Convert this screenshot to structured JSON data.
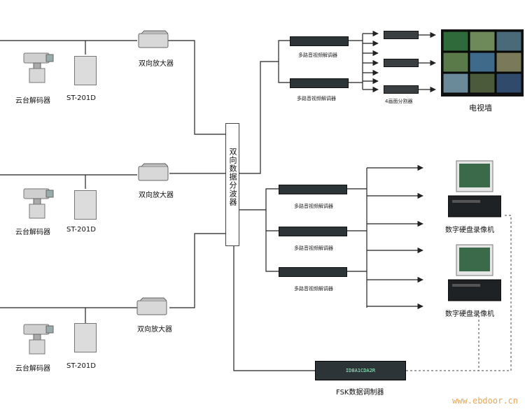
{
  "title": "",
  "colors": {
    "line": "#222222",
    "device_dark": "#2d3438",
    "screen_green": "#2f6b3a",
    "watermark": "#e3a85b"
  },
  "labels": {
    "ptz_decoder": "云台解码器",
    "st201d": "ST-201D",
    "bidirectional_amplifier": "双向放大器",
    "bidirectional_splitter": "双向数据分波器",
    "multi_av_demodulator": "多路音视频解调器",
    "quad_splitter": "4画面分割器",
    "tv_wall": "电视墙",
    "dvr": "数字硬盘录像机",
    "fsk_modem": "FSK数据调制器",
    "fsk_panel_text": "ID8A1CDA2R"
  },
  "field_sites": [
    {
      "camera": "ptz-camera-icon",
      "decoder_label": "云台解码器",
      "unit_label": "ST-201D",
      "amplifier_label": "双向放大器"
    },
    {
      "camera": "ptz-camera-icon",
      "decoder_label": "云台解码器",
      "unit_label": "ST-201D",
      "amplifier_label": "双向放大器"
    },
    {
      "camera": "ptz-camera-icon",
      "decoder_label": "云台解码器",
      "unit_label": "ST-201D",
      "amplifier_label": "双向放大器"
    }
  ],
  "watermark": "www.ebdoor.cn"
}
